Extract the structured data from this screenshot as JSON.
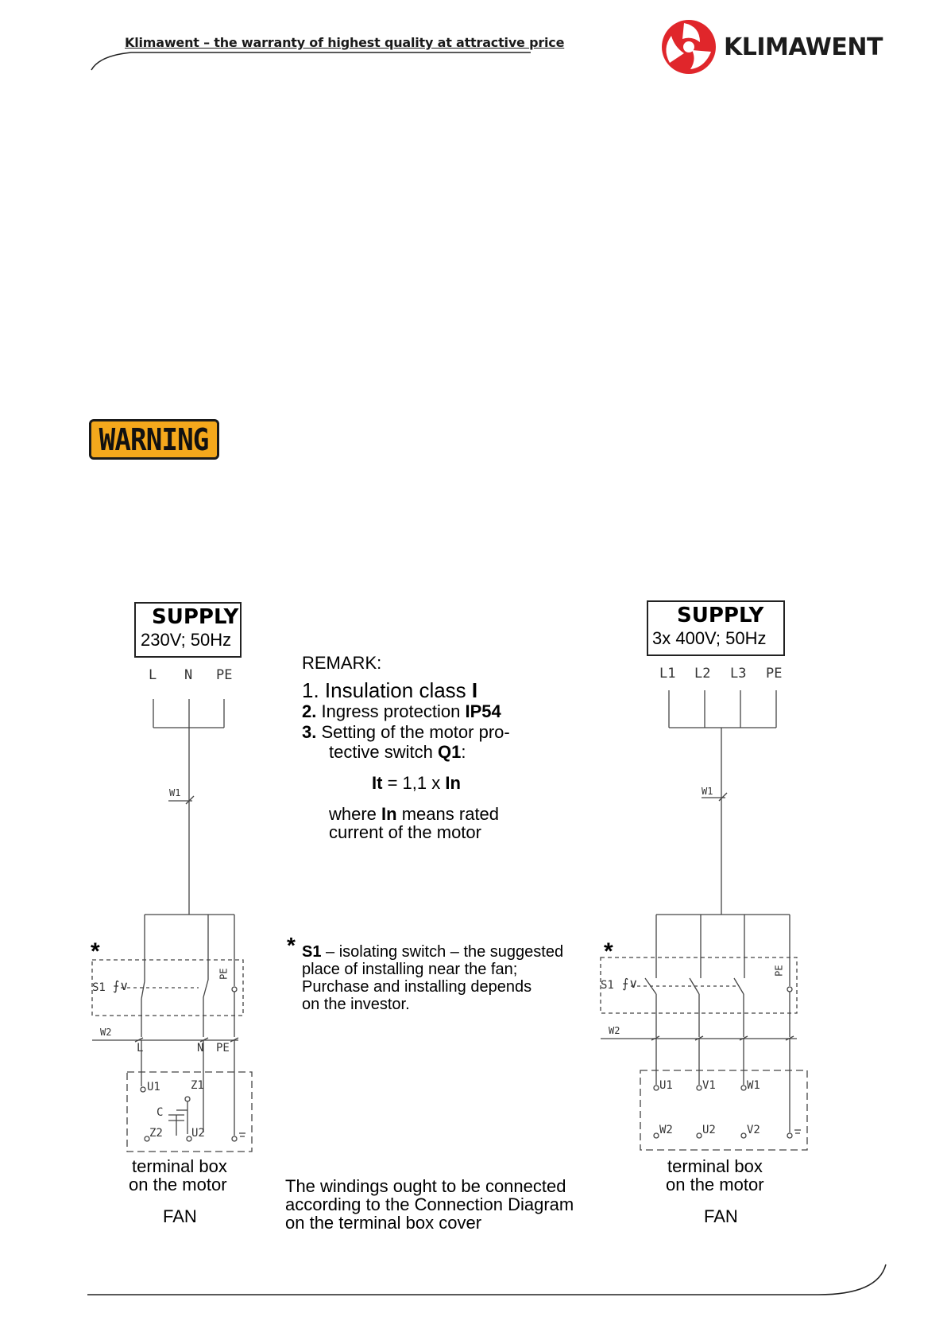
{
  "header": {
    "tagline": "Klimawent – the warranty of highest quality at attractive price",
    "logo_text": "KLIMAWENT",
    "colors": {
      "logo_red": "#e0262b",
      "warning_amber": "#f4a81c"
    }
  },
  "warning": {
    "label": "WARNING"
  },
  "left_diagram": {
    "supply_title": "SUPPLY",
    "supply_rating": "230V; 50Hz",
    "phase_labels": [
      "L",
      "N",
      "PE"
    ],
    "cable_in": "W1",
    "cable_out": "W2",
    "switch_label": "S1",
    "switch_pe": "PE",
    "bus_labels": [
      "L",
      "N",
      "PE"
    ],
    "terminals": {
      "u1": "U1",
      "z1": "Z1",
      "c": "C",
      "z2": "Z2",
      "u2": "U2"
    },
    "asterisk": "*",
    "terminal_box_caption_1": "terminal box",
    "terminal_box_caption_2": "on the motor",
    "fan_label": "FAN"
  },
  "right_diagram": {
    "supply_title": "SUPPLY",
    "supply_rating": "3x 400V; 50Hz",
    "phase_labels": [
      "L1",
      "L2",
      "L3",
      "PE"
    ],
    "cable_in": "W1",
    "cable_out": "W2",
    "switch_label": "S1",
    "switch_pe": "PE",
    "terminals_top": [
      "U1",
      "V1",
      "W1"
    ],
    "terminals_bottom": [
      "W2",
      "U2",
      "V2"
    ],
    "asterisk": "*",
    "terminal_box_caption_1": "terminal box",
    "terminal_box_caption_2": "on the motor",
    "fan_label": "FAN"
  },
  "remark": {
    "heading": "REMARK:",
    "item1_num": "1.",
    "item1_text": "Insulation class",
    "item1_value": "I",
    "item2_num": "2.",
    "item2_text": "Ingress protection",
    "item2_value": "IP54",
    "item3_num": "3.",
    "item3_line1": "Setting of the motor pro-",
    "item3_line2": "tective switch",
    "item3_value": "Q1",
    "item3_colon": ":",
    "formula_it": "It",
    "formula_mid": "= 1,1 x",
    "formula_in": "In",
    "where_1": "where",
    "where_in": "In",
    "where_2": "means rated",
    "where_line2": "current of the motor"
  },
  "s1_note": {
    "asterisk": "*",
    "s1": "S1",
    "line1": "– isolating switch – the suggested",
    "line2": "place of installing near the fan;",
    "line3": "Purchase and installing depends",
    "line4": "on the investor."
  },
  "windings_note": {
    "line1": "The windings ought to be connected",
    "line2": "according to the Connection Diagram",
    "line3": "on the terminal box cover"
  }
}
